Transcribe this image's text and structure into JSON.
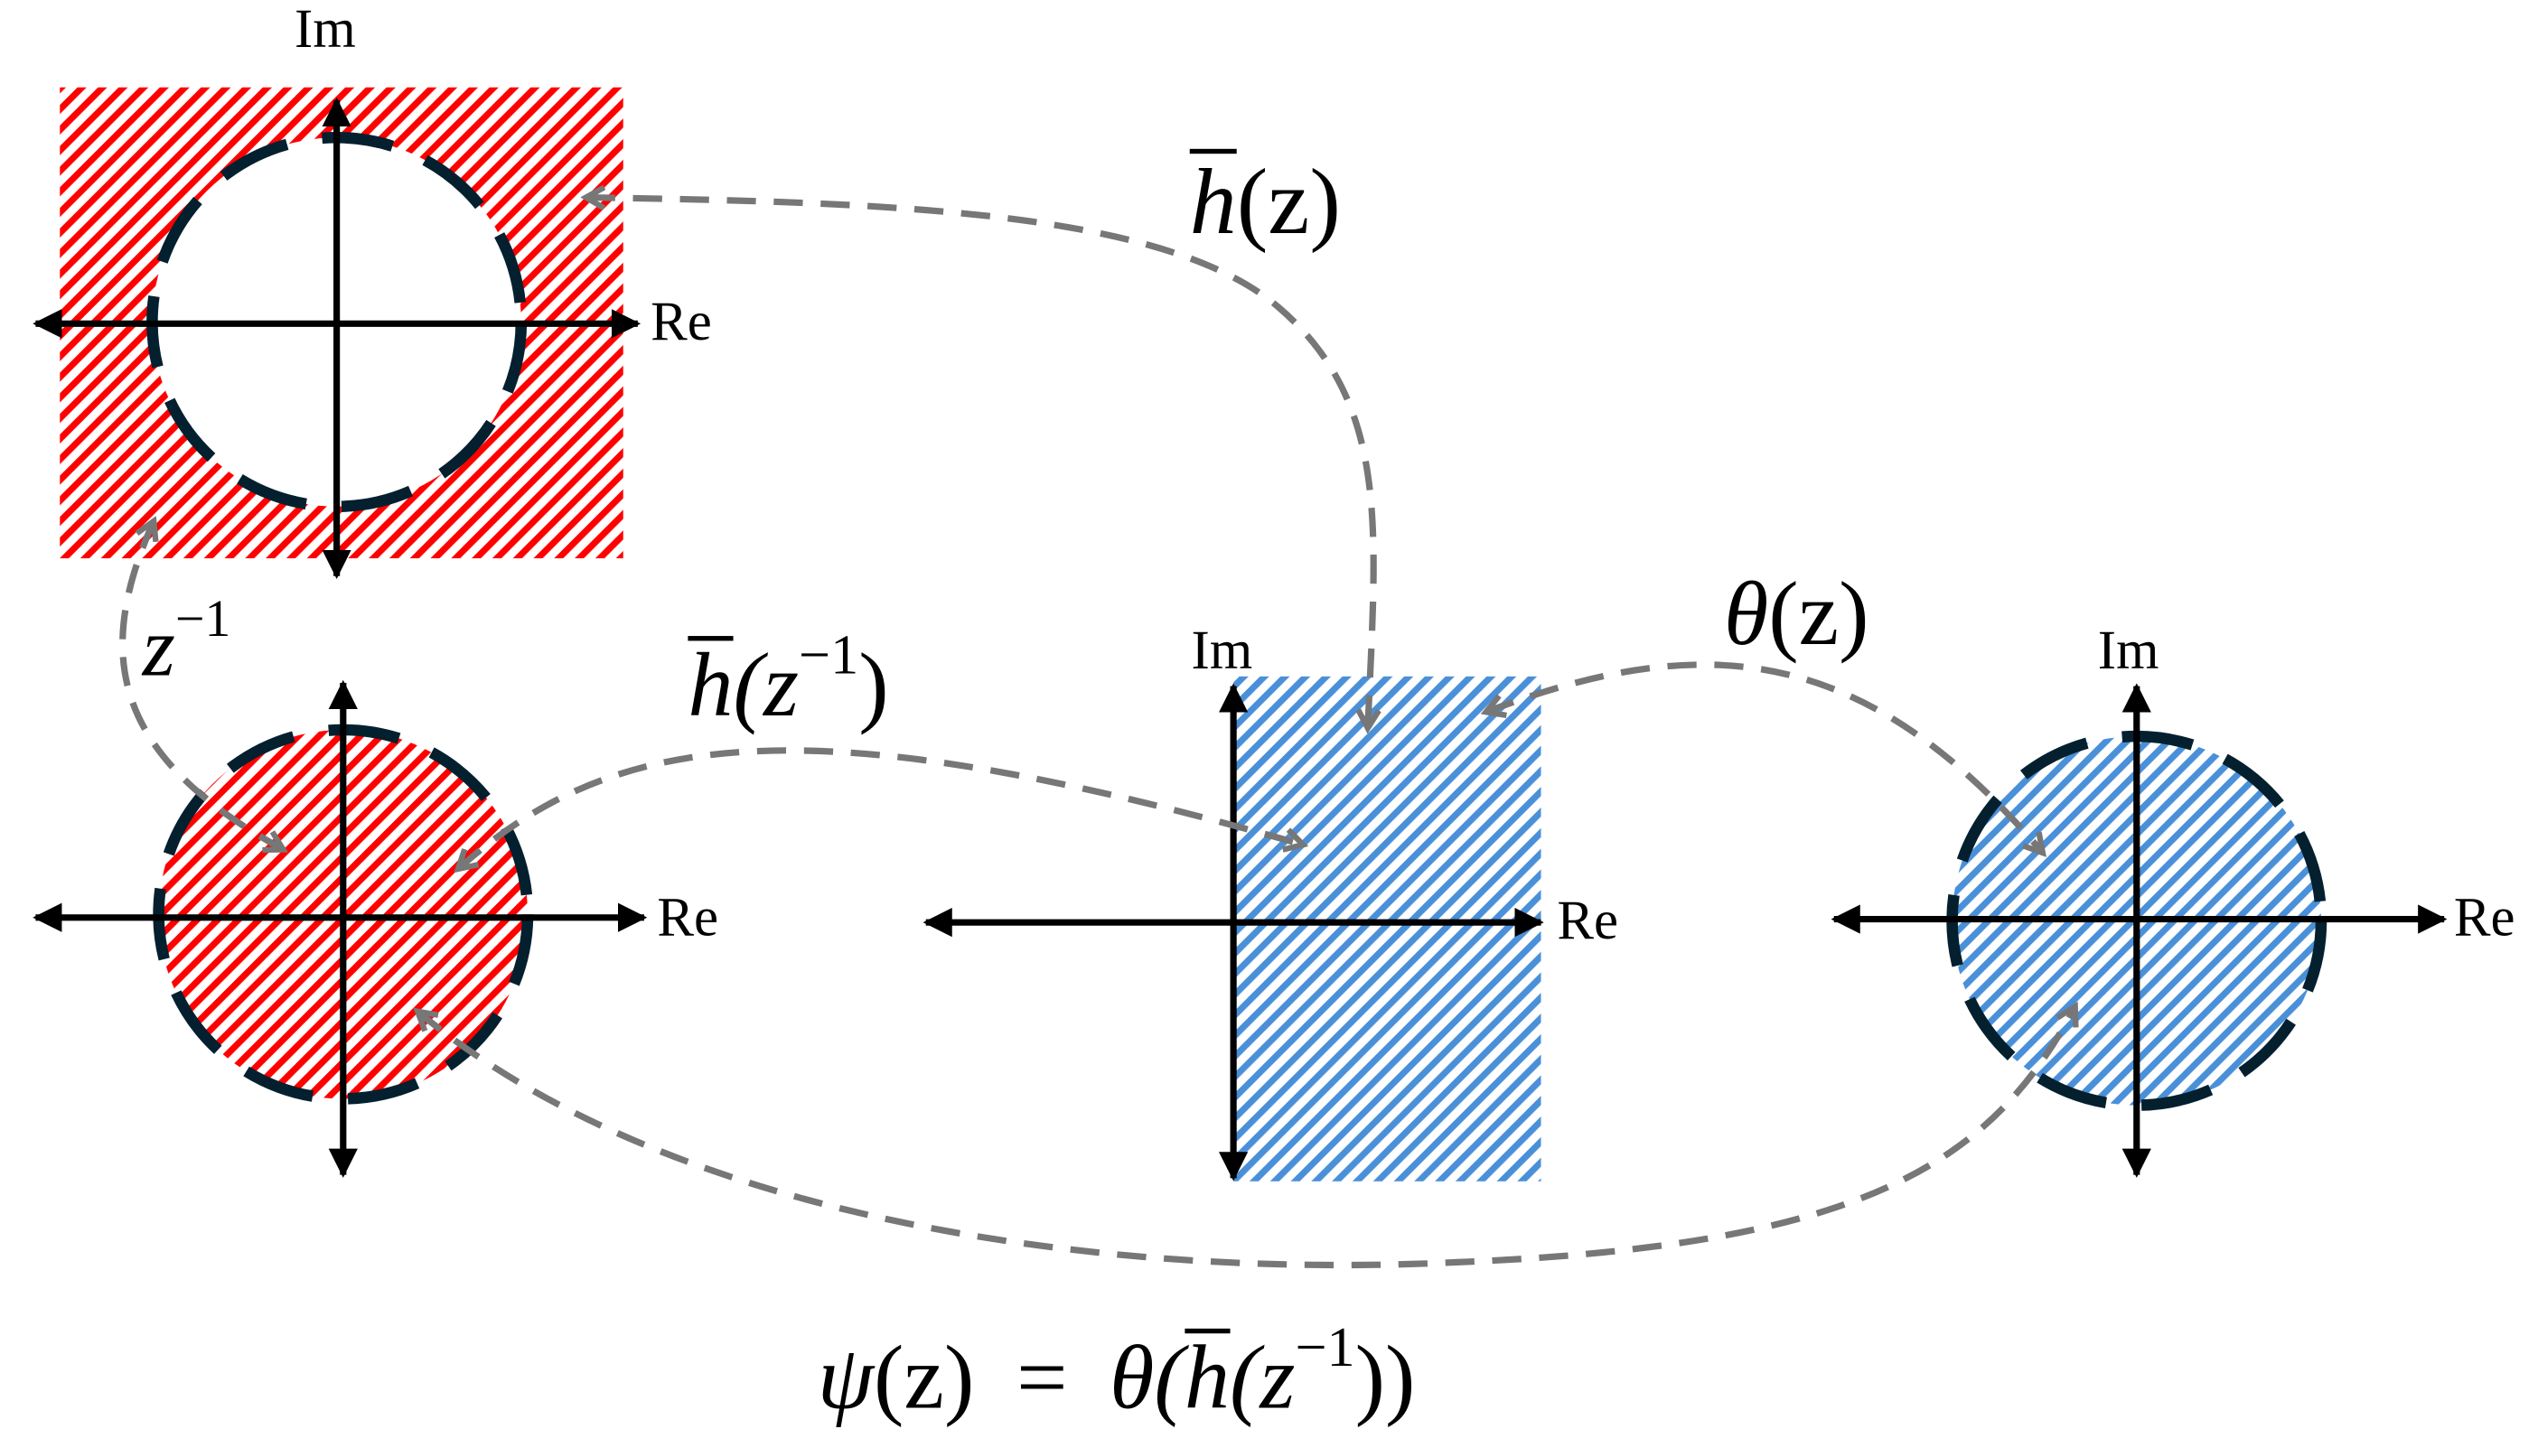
{
  "colors": {
    "red_region": "#ff0000",
    "blue_region": "#4a90d9",
    "circle": "#04202f",
    "arrow": "#777777",
    "axis": "#000000"
  },
  "axis_labels": {
    "im": "Im",
    "re": "Re"
  },
  "maps": {
    "h_bar": {
      "func": "h",
      "arg": "(z)"
    },
    "z_inv": {
      "base": "z",
      "exp": "−1"
    },
    "h_bar_z_inv": {
      "func": "h",
      "open": "(z",
      "exp": "−1",
      "close": ")"
    },
    "theta": {
      "func": "θ",
      "arg": "(z)"
    },
    "psi": {
      "lhs": "ψ",
      "lhs_arg": "(z)",
      "eq": "=",
      "theta": "θ(",
      "h": "h",
      "open": "(z",
      "exp": "−1",
      "close": "))"
    }
  }
}
